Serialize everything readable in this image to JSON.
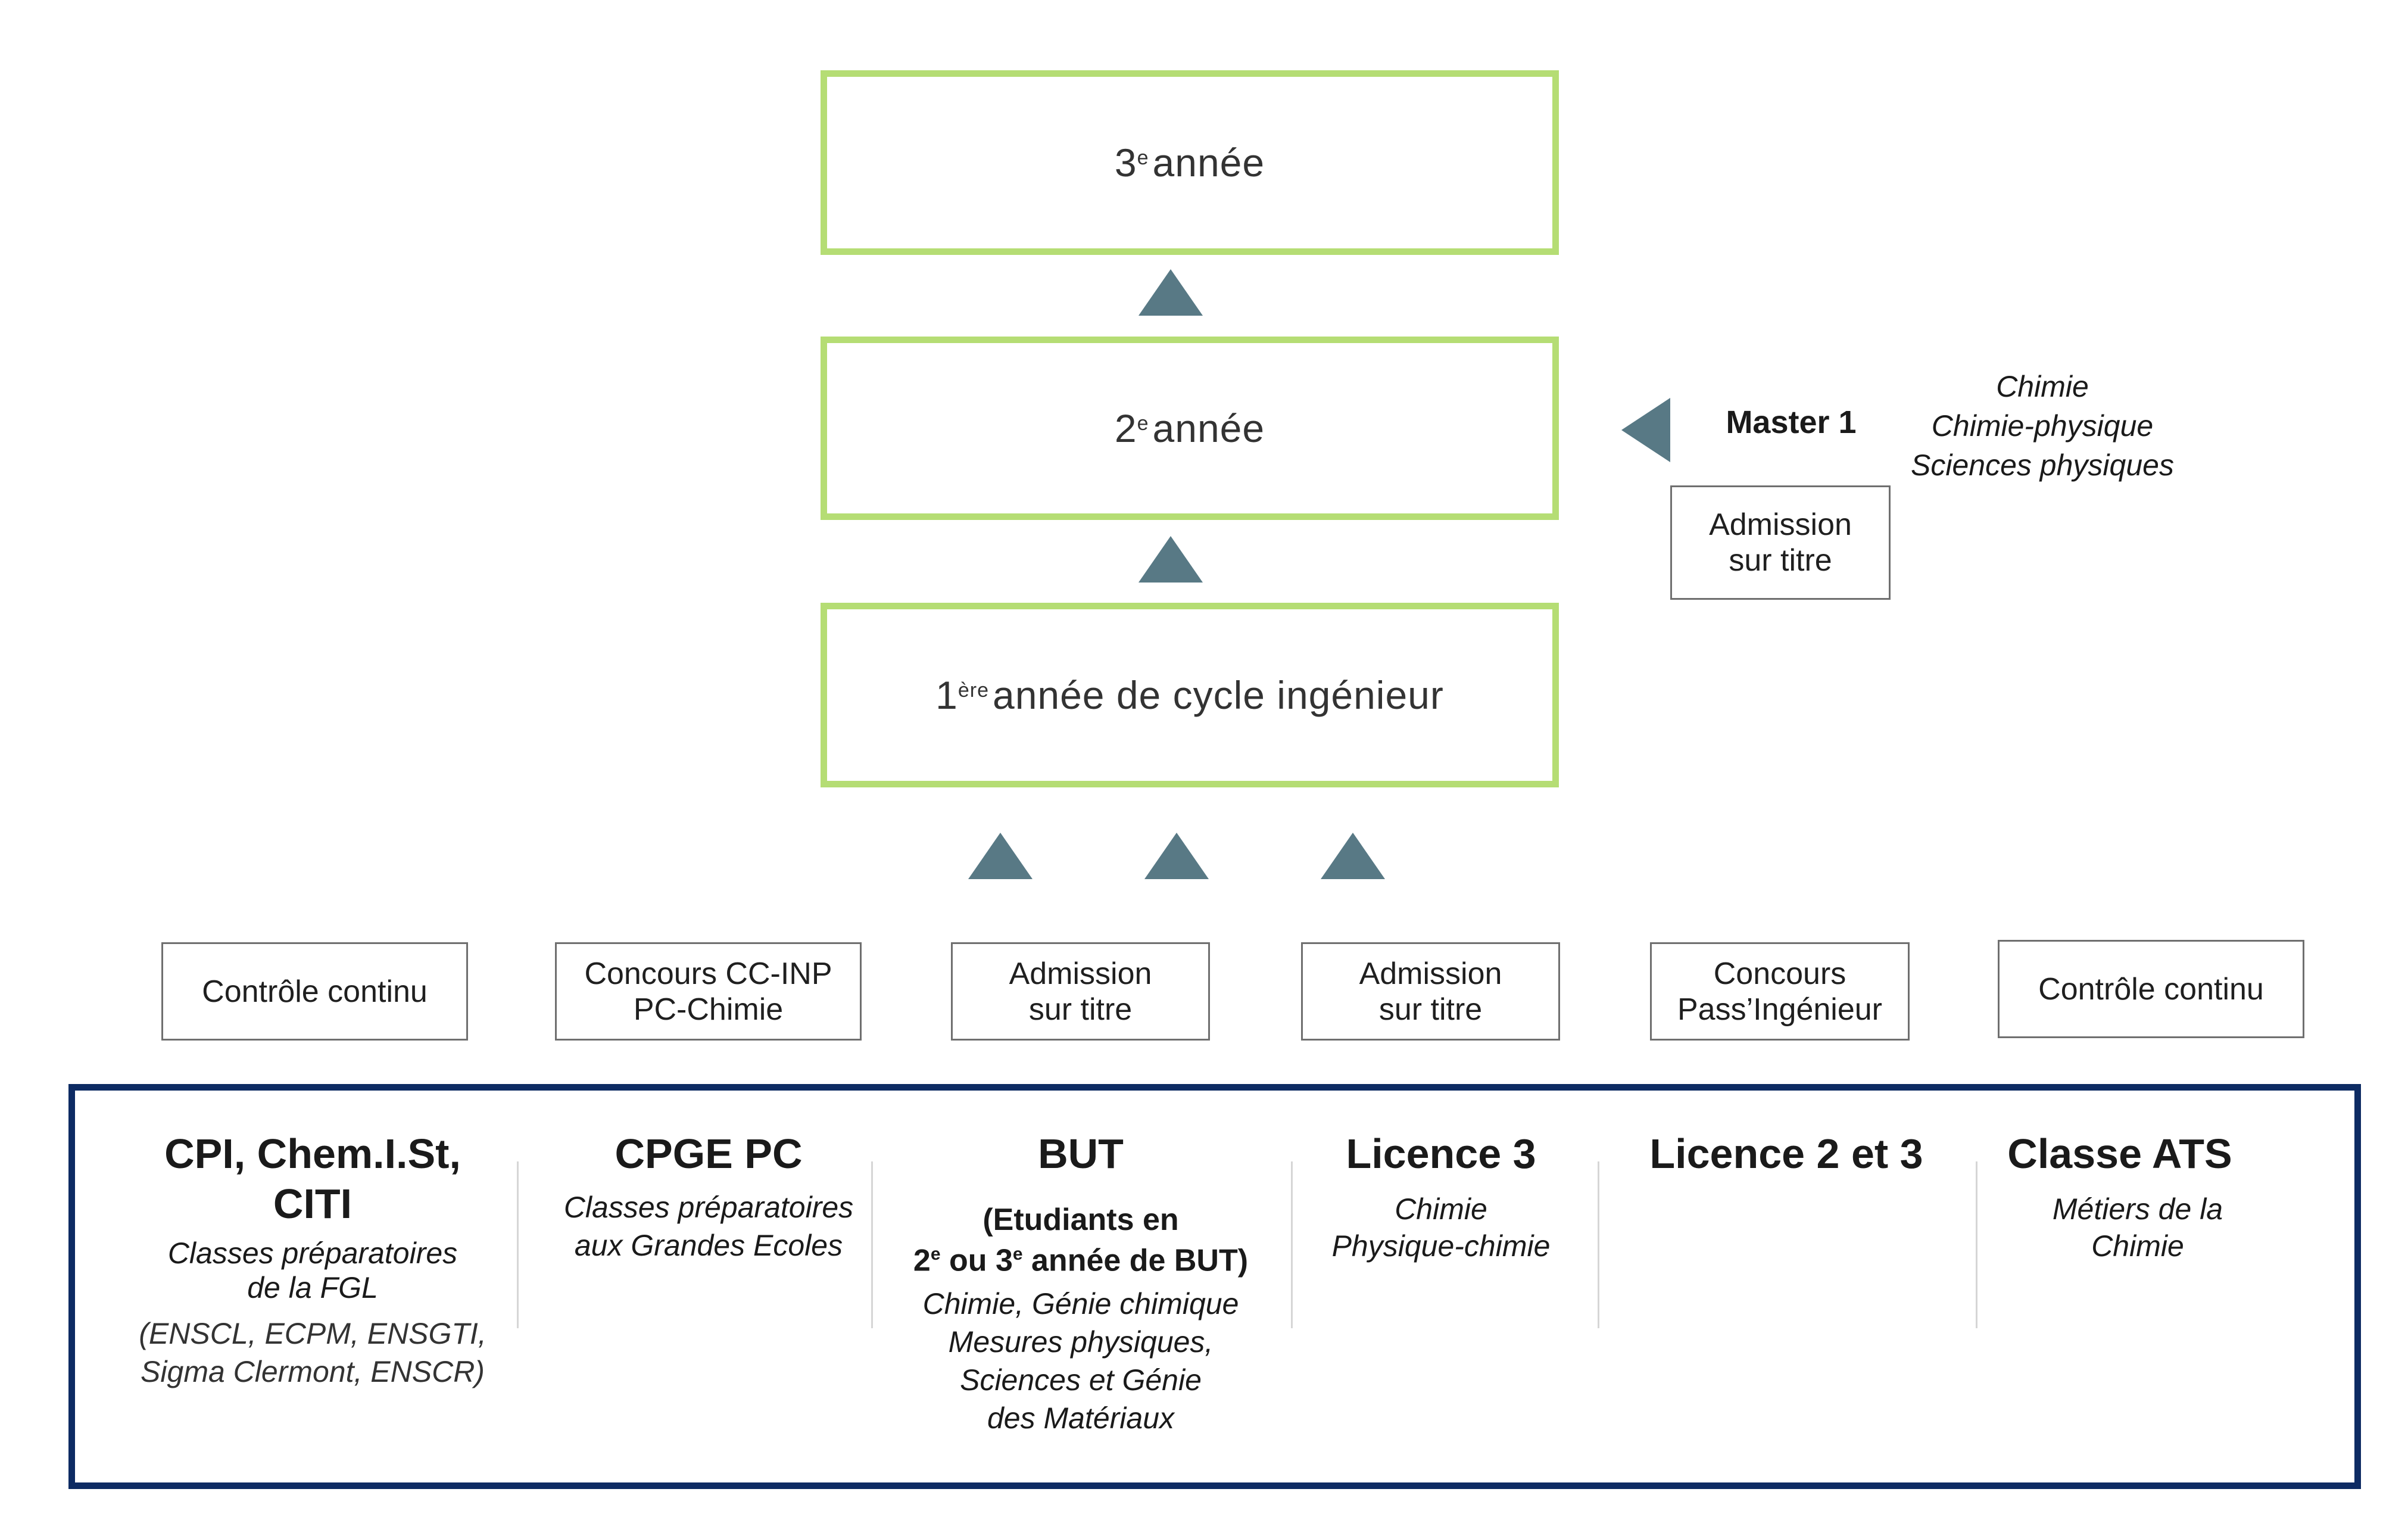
{
  "years": {
    "year3": {
      "num": "3",
      "sup": "e",
      "text": "année"
    },
    "year2": {
      "num": "2",
      "sup": "e",
      "text": "année"
    },
    "year1": {
      "num": "1",
      "sup": "ère",
      "text": "année de cycle ingénieur"
    }
  },
  "master": {
    "label": "Master 1",
    "specialties": [
      "Chimie",
      "Chimie-physique",
      "Sciences physiques"
    ],
    "admission": [
      "Admission",
      "sur titre"
    ]
  },
  "admissions": [
    {
      "lines": [
        "Contrôle continu"
      ]
    },
    {
      "lines": [
        "Concours CC-INP",
        "PC-Chimie"
      ]
    },
    {
      "lines": [
        "Admission",
        "sur titre"
      ]
    },
    {
      "lines": [
        "Admission",
        "sur titre"
      ]
    },
    {
      "lines": [
        "Concours",
        "Pass’Ingénieur"
      ]
    },
    {
      "lines": [
        "Contrôle continu"
      ]
    }
  ],
  "origins": {
    "cpi": {
      "title1": "CPI, Chem.I.St,",
      "title2": "CITI",
      "sub1": "Classes préparatoires",
      "sub2": "de la FGL",
      "paren1": "(ENSCL, ECPM, ENSGTI,",
      "paren2": "Sigma Clermont, ENSCR)"
    },
    "cpge": {
      "title": "CPGE PC",
      "sub1": "Classes préparatoires",
      "sub2": "aux Grandes Ecoles"
    },
    "but": {
      "title": "BUT",
      "bold1": "(Etudiants en",
      "bold2_a": "2",
      "bold2_sup1": "e",
      "bold2_b": " ou 3",
      "bold2_sup2": "e",
      "bold2_c": " année de BUT)",
      "sub1": "Chimie, Génie chimique",
      "sub2": "Mesures physiques,",
      "sub3": "Sciences et Génie",
      "sub4": "des Matériaux"
    },
    "licence3": {
      "title": "Licence 3",
      "sub1": "Chimie",
      "sub2": "Physique-chimie"
    },
    "licence23": {
      "title": "Licence 2 et 3"
    },
    "ats": {
      "title": "Classe ATS",
      "sub1": "Métiers de la",
      "sub2": "Chimie"
    }
  },
  "colors": {
    "year_border": "#b5dd74",
    "arrow": "#587985",
    "frame": "#0d2b63"
  }
}
